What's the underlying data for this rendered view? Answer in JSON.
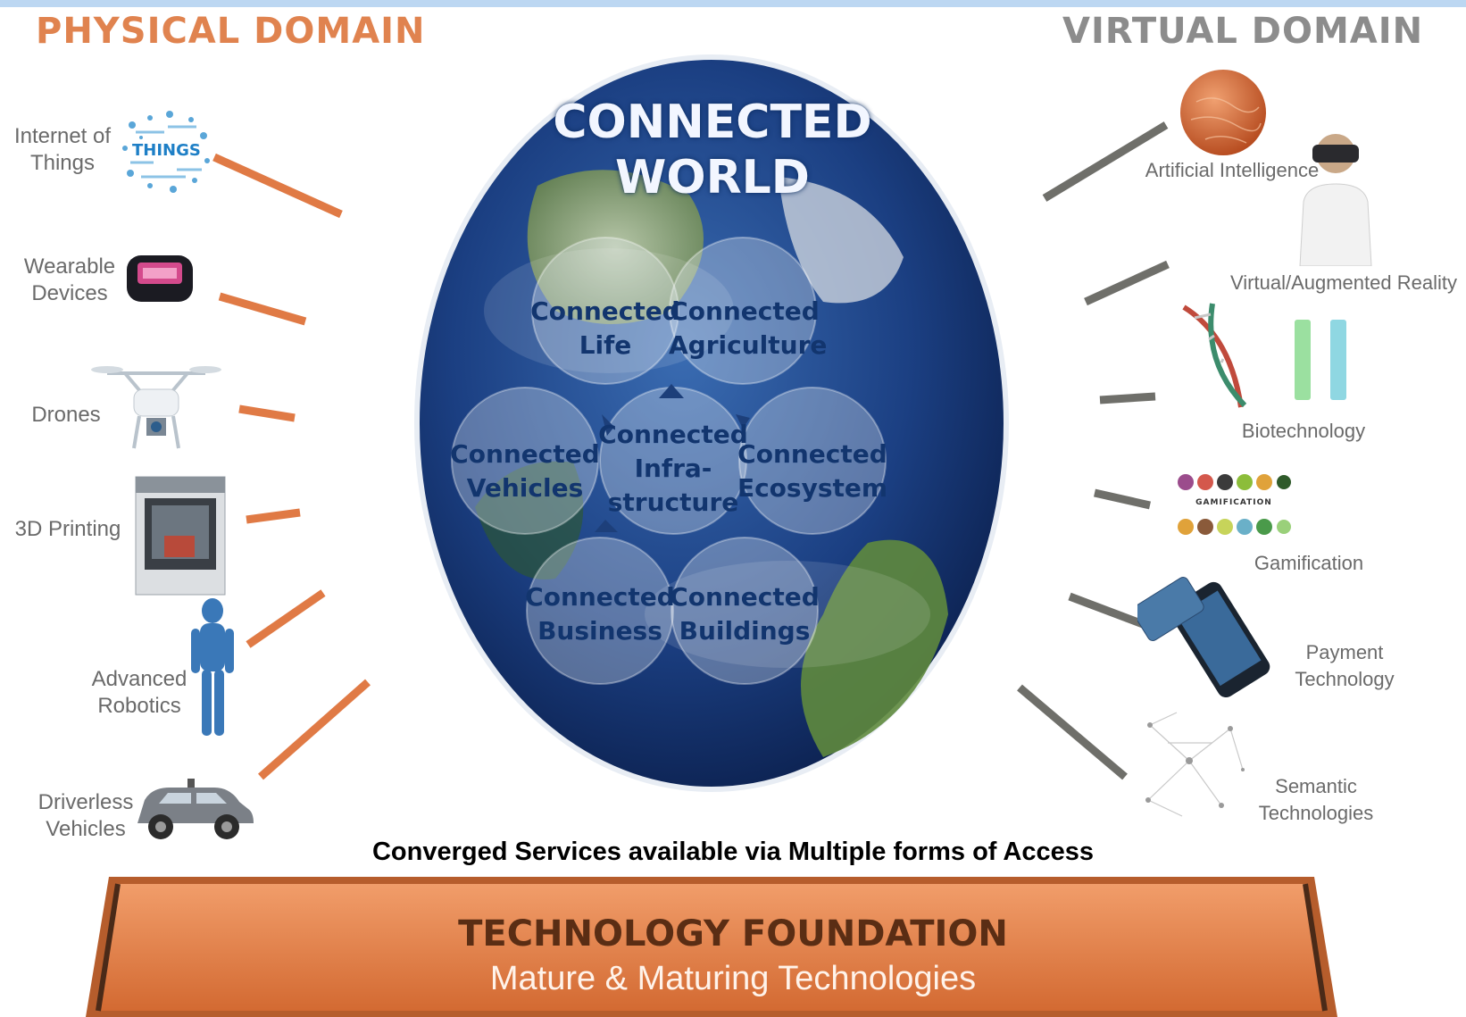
{
  "header": {
    "physical_title": "PHYSICAL DOMAIN",
    "virtual_title": "VIRTUAL DOMAIN"
  },
  "physical_items": [
    {
      "label": "Internet of Things",
      "icon": "iot-word-cloud-icon"
    },
    {
      "label": "Wearable Devices",
      "icon": "smartwatch-icon"
    },
    {
      "label": "Drones",
      "icon": "drone-icon"
    },
    {
      "label": "3D Printing",
      "icon": "3d-printer-icon"
    },
    {
      "label": "Advanced Robotics",
      "icon": "robot-icon"
    },
    {
      "label": "Driverless Vehicles",
      "icon": "car-icon"
    }
  ],
  "iot_badge": "THINGS",
  "virtual_items": [
    {
      "label": "Artificial Intelligence",
      "icon": "brain-sphere-icon"
    },
    {
      "label": "Virtual/Augmented Reality",
      "icon": "vr-headset-person-icon"
    },
    {
      "label": "Biotechnology",
      "icon": "dna-helix-icon"
    },
    {
      "label": "Gamification",
      "icon": "gamification-badges-icon"
    },
    {
      "label": "Payment Technology",
      "icon": "mobile-payment-icon"
    },
    {
      "label": "Semantic Technologies",
      "icon": "semantic-network-icon"
    }
  ],
  "gamification_badge": "GAMIFICATION",
  "globe": {
    "title_line1": "CONNECTED",
    "title_line2": "WORLD",
    "circles": [
      {
        "line1": "Connected",
        "line2": "Life"
      },
      {
        "line1": "Connected",
        "line2": "Agriculture"
      },
      {
        "line1": "Connected",
        "line2": "Vehicles"
      },
      {
        "line1": "Connected",
        "line2": "Infra-",
        "line3": "structure"
      },
      {
        "line1": "Connected",
        "line2": "Ecosystem"
      },
      {
        "line1": "Connected",
        "line2": "Business"
      },
      {
        "line1": "Connected",
        "line2": "Buildings"
      }
    ]
  },
  "converged_text": "Converged Services available via Multiple forms of Access",
  "foundation": {
    "title": "TECHNOLOGY FOUNDATION",
    "subtitle": "Mature & Maturing Technologies"
  },
  "colors": {
    "physical_accent": "#e0834f",
    "virtual_accent": "#8c8c8c",
    "physical_line": "#e07a45",
    "virtual_line": "#6f6f6a",
    "foundation_orange": "#e0834f"
  }
}
